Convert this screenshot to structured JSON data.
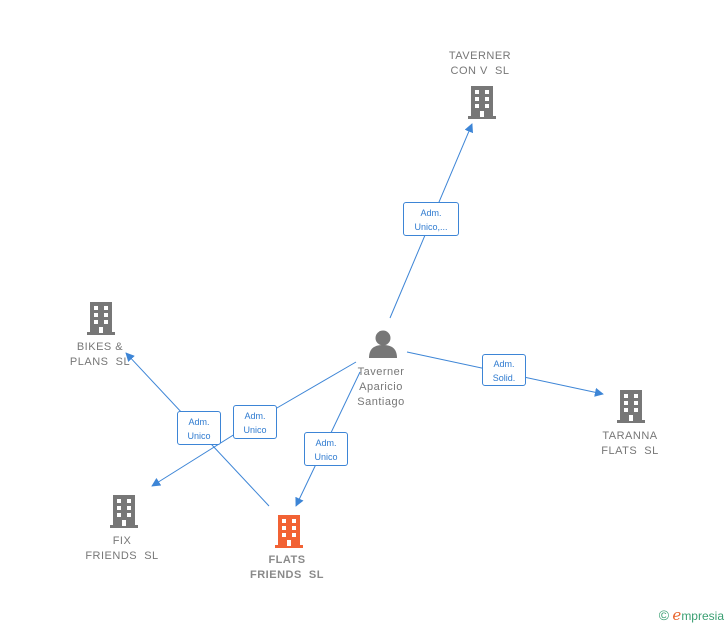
{
  "nodes": {
    "taverner_con_v": {
      "label": "TAVERNER\nCON V  SL"
    },
    "bikes_plans": {
      "label": "BIKES &\nPLANS  SL"
    },
    "taranna_flats": {
      "label": "TARANNA\nFLATS  SL"
    },
    "fix_friends": {
      "label": "FIX\nFRIENDS  SL"
    },
    "flats_friends": {
      "label": "FLATS\nFRIENDS  SL"
    },
    "person": {
      "label": "Taverner\nAparicio\nSantiago"
    }
  },
  "edges": {
    "to_taverner": "Adm.\nUnico,...",
    "to_taranna": "Adm.\nSolid.",
    "to_flats": "Adm.\nUnico",
    "to_fix": "Adm.\nUnico",
    "to_bikes": "Adm.\nUnico"
  },
  "colors": {
    "company": "#777777",
    "highlight": "#f26234",
    "edge": "#3d85d6"
  },
  "footer": {
    "copyright": "©",
    "brand_initial": "e",
    "brand_rest": "mpresia"
  }
}
